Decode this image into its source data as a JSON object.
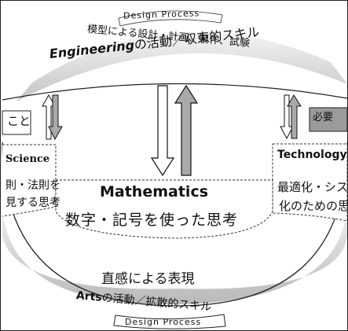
{
  "top": {
    "design_process": "Design Process",
    "design_tasks": "模型による設計・計画、製作、試験",
    "engineering_prefix": "Engineering",
    "engineering_suffix": "の活動／収束的スキル"
  },
  "left": {
    "side_label": "こと",
    "science_title": "Science",
    "science_line1": "則・法則を",
    "science_line2": "見する思考"
  },
  "right": {
    "side_label": "必要",
    "technology_title": "Technology",
    "technology_line1": "最適化・システ",
    "technology_line2": "化のための思"
  },
  "center": {
    "mathematics_title": "Mathematics",
    "mathematics_desc": "数字・記号を使った思考"
  },
  "bottom": {
    "intuition": "直感による表現",
    "arts_prefix": "Arts",
    "arts_suffix": "の活動／拡散的スキル",
    "design_process": "Design Process"
  },
  "colors": {
    "arrow_gray": "#a9a9a9",
    "label_box_gray": "#9b9b9b",
    "shadow_gray": "#bdbdbd"
  }
}
